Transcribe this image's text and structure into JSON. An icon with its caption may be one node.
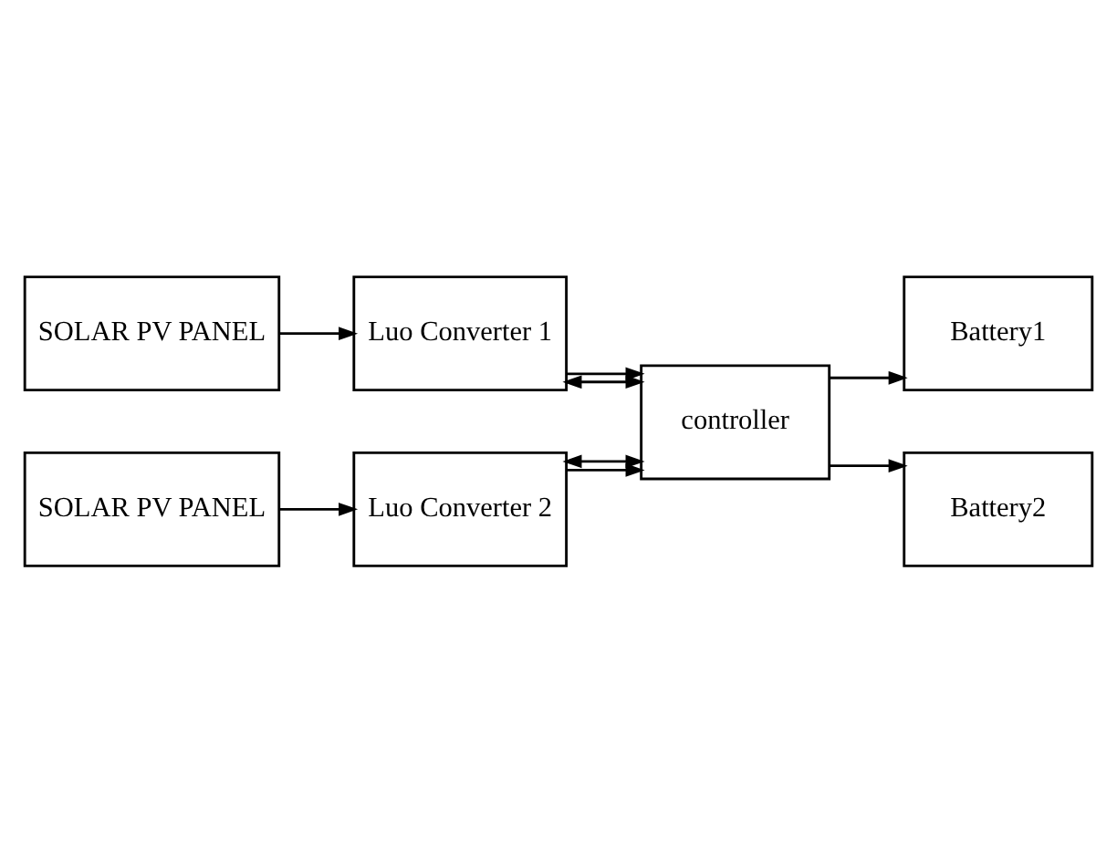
{
  "diagram": {
    "nodes": [
      {
        "text": [
          "SOLAR PV PANEL"
        ]
      },
      {
        "text": [
          "Luo Converter 1"
        ]
      },
      {
        "text": [
          "Battery1"
        ]
      },
      {
        "text": [
          "controller"
        ]
      },
      {
        "text": [
          "SOLAR PV PANEL"
        ]
      },
      {
        "text": [
          "Luo Converter 2"
        ]
      },
      {
        "text": [
          "Battery2"
        ]
      }
    ],
    "edges": [
      {
        "from": 0,
        "to": 1,
        "arrow": "to"
      },
      {
        "from": 1,
        "to": 3,
        "arrow": "both"
      },
      {
        "from": 1,
        "to": 3,
        "arrow": "to"
      },
      {
        "from": 5,
        "to": 3,
        "arrow": "to"
      },
      {
        "from": 5,
        "to": 3,
        "arrow": "both"
      },
      {
        "from": 4,
        "to": 5,
        "arrow": "to"
      },
      {
        "from": 3,
        "to": 2,
        "arrow": "to"
      },
      {
        "from": 3,
        "to": 6,
        "arrow": "to"
      }
    ]
  }
}
